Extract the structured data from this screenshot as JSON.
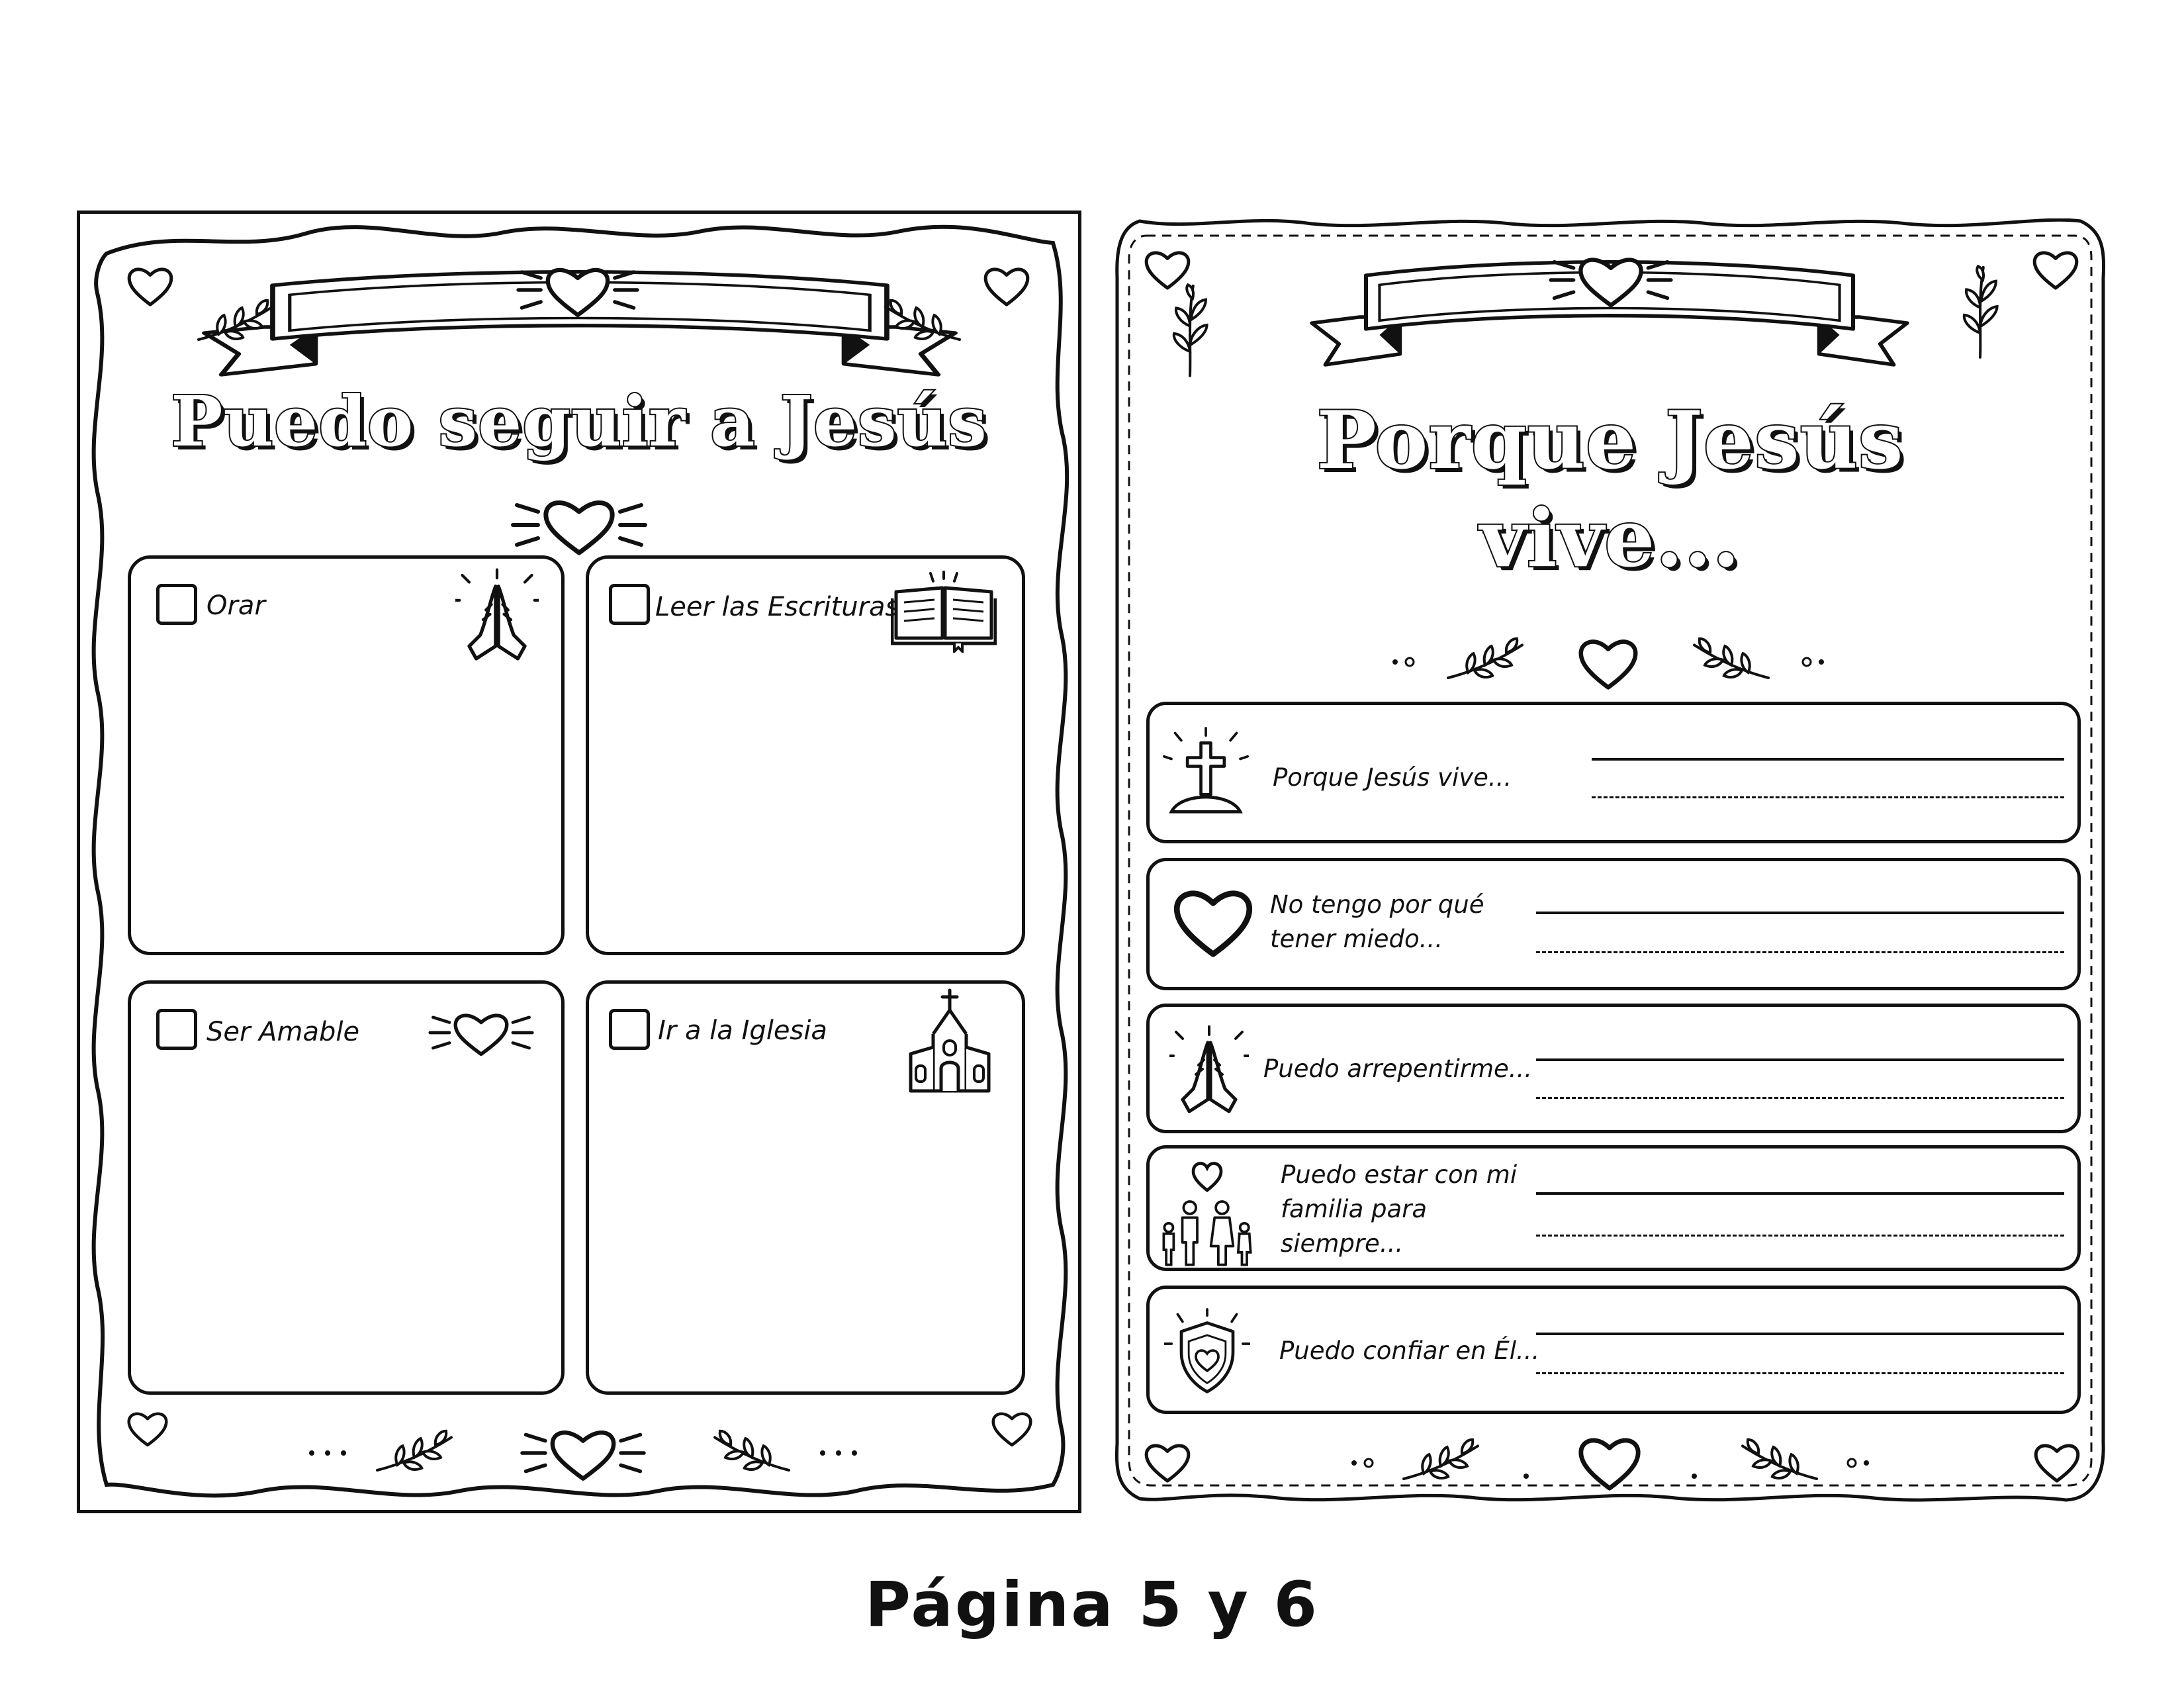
{
  "left_page": {
    "title": "Puedo seguir a Jesús",
    "boxes": [
      {
        "label": "Orar",
        "icon": "praying-hands-icon"
      },
      {
        "label": "Leer las Escrituras",
        "icon": "book-icon"
      },
      {
        "label": "Ser Amable",
        "icon": "heart-icon"
      },
      {
        "label": "Ir a la Iglesia",
        "icon": "church-icon"
      }
    ]
  },
  "right_page": {
    "title_line1": "Porque Jesús",
    "title_line2": "vive...",
    "rows": [
      {
        "prompt": "Porque Jesús vive...",
        "icon": "cross-icon"
      },
      {
        "prompt": "No tengo por qué tener miedo...",
        "icon": "heart-icon"
      },
      {
        "prompt": "Puedo arrepentirme...",
        "icon": "praying-hands-icon"
      },
      {
        "prompt": "Puedo estar con mi familia para siempre...",
        "icon": "family-icon"
      },
      {
        "prompt": "Puedo confiar en Él...",
        "icon": "shield-heart-icon"
      }
    ]
  },
  "caption": "Página 5 y 6",
  "colors": {
    "ink": "#111111",
    "paper": "#ffffff"
  }
}
